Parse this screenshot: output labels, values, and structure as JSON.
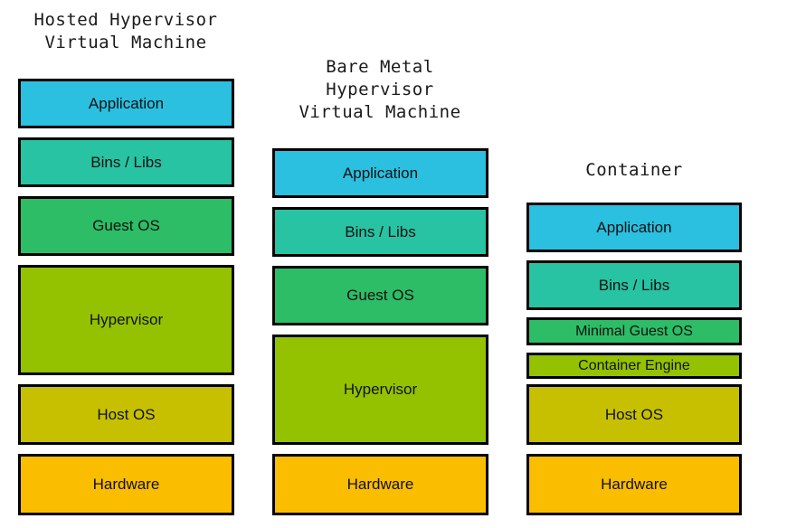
{
  "colors": {
    "application": "#2bbfe0",
    "bins_libs": "#27c3a3",
    "guest_os": "#2cbd66",
    "hypervisor": "#94c200",
    "container_engine": "#94c200",
    "host_os": "#c6c000",
    "hardware": "#fbbd00"
  },
  "columns": {
    "hosted": {
      "title": "Hosted Hypervisor\nVirtual Machine",
      "layers": {
        "application": "Application",
        "bins_libs": "Bins / Libs",
        "guest_os": "Guest OS",
        "hypervisor": "Hypervisor",
        "host_os": "Host OS",
        "hardware": "Hardware"
      }
    },
    "bare_metal": {
      "title": "Bare Metal\nHypervisor\nVirtual Machine",
      "layers": {
        "application": "Application",
        "bins_libs": "Bins / Libs",
        "guest_os": "Guest OS",
        "hypervisor": "Hypervisor",
        "hardware": "Hardware"
      }
    },
    "container": {
      "title": "Container",
      "layers": {
        "application": "Application",
        "bins_libs": "Bins / Libs",
        "minimal_guest_os": "Minimal Guest OS",
        "container_engine": "Container Engine",
        "host_os": "Host OS",
        "hardware": "Hardware"
      }
    }
  }
}
